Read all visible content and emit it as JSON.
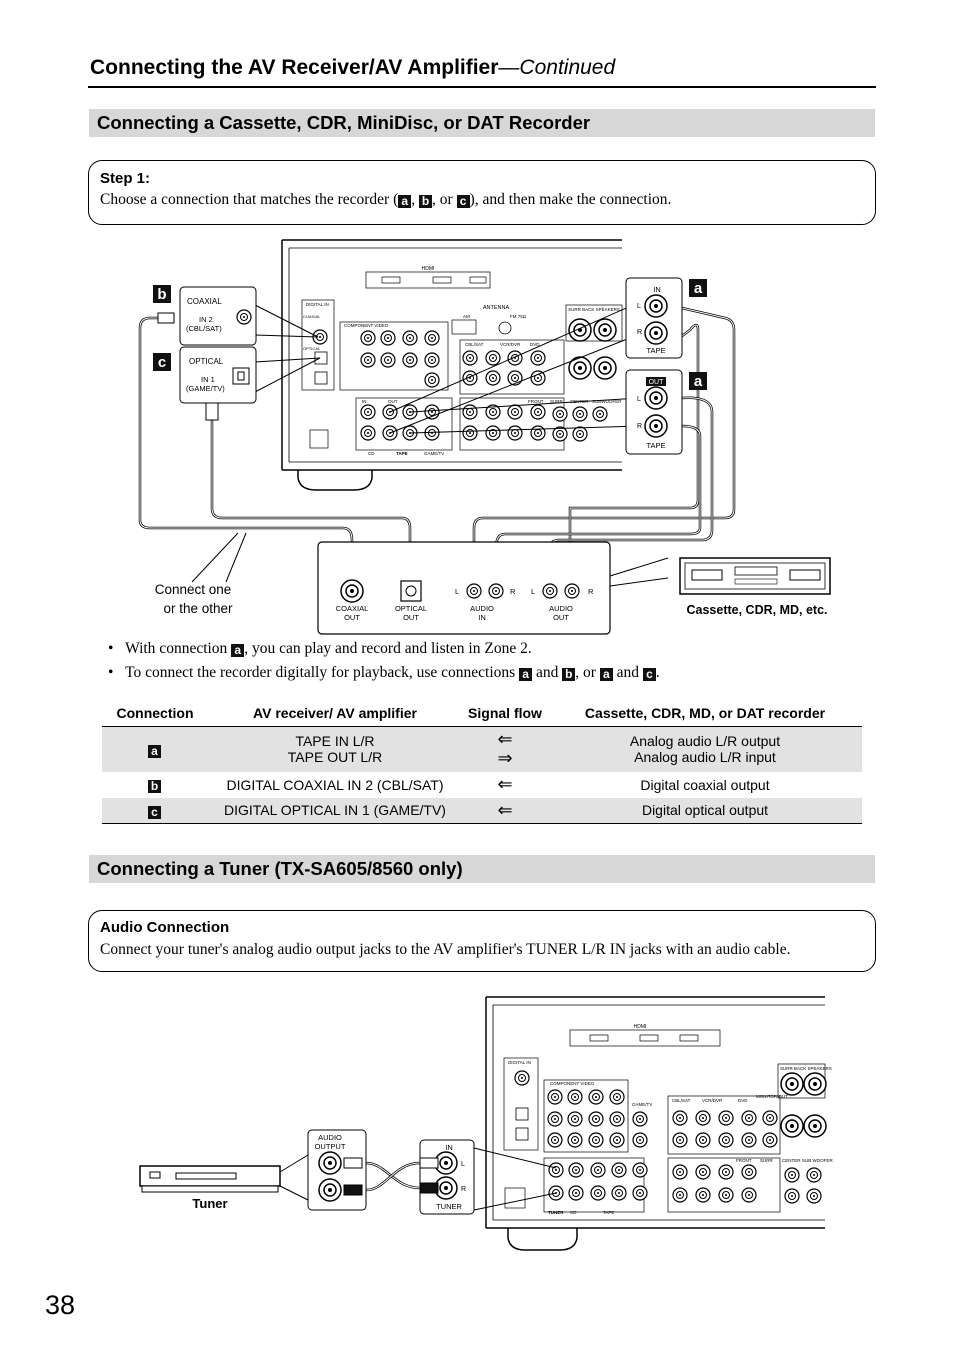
{
  "header": {
    "title": "Connecting the AV Receiver/AV Amplifier",
    "continued": "—Continued"
  },
  "section1": {
    "title": "Connecting a Cassette, CDR, MiniDisc, or DAT Recorder",
    "step": {
      "label": "Step 1:",
      "text_before": "Choose a connection that matches the recorder (",
      "sep1": ", ",
      "sep2": ", or ",
      "text_after": "), and then make the connection.",
      "letters": [
        "a",
        "b",
        "c"
      ]
    },
    "diagram": {
      "letters": [
        "b",
        "c",
        "a",
        "a"
      ],
      "coaxial": {
        "title": "COAXIAL",
        "in": "IN 2",
        "src": "(CBL/SAT)"
      },
      "optical": {
        "title": "OPTICAL",
        "in": "IN 1",
        "src": "(GAME/TV)"
      },
      "tape_in": {
        "in": "IN",
        "l": "L",
        "r": "R",
        "tape": "TAPE"
      },
      "tape_out": {
        "out": "OUT",
        "l": "L",
        "r": "R",
        "tape": "TAPE"
      },
      "recorder_jacks": {
        "coaxial_out": [
          "COAXIAL",
          "OUT"
        ],
        "optical_out": [
          "OPTICAL",
          "OUT"
        ],
        "audio_in": [
          "AUDIO",
          "IN"
        ],
        "audio_out": [
          "AUDIO",
          "OUT"
        ],
        "l": "L",
        "r": "R"
      },
      "connect_note": [
        "Connect one",
        "or the other"
      ],
      "device_label": "Cassette, CDR, MD, etc.",
      "rear_labels": {
        "hdmi": "HDMI",
        "antenna": "ANTENNA",
        "am": "AM",
        "fm": "FM 75Ω",
        "tape": "TAPE",
        "cd": "CD",
        "game_tv": "GAME/TV",
        "cbl_sat": "CBL/SAT",
        "vcr_dvr": "VCR/DVR",
        "dvd": "DVD",
        "component_video": "COMPONENT VIDEO",
        "front": "FRONT",
        "surr": "SURR",
        "center": "CENTER",
        "subwoofer": "SUBWOOFER",
        "in_label": "IN",
        "out_label": "OUT",
        "surr_back": "SURR BACK SPEAKERS",
        "digital_in": "DIGITAL IN",
        "coaxial_s": "COAXIAL",
        "optical_s": "OPTICAL"
      }
    },
    "bullets": {
      "b1": {
        "prefix": "With connection ",
        "letter": "a",
        "text": ", you can play and record and listen in Zone 2."
      },
      "b2": {
        "prefix": "To connect the recorder digitally for playback, use connections ",
        "l1": "a",
        "and1": " and ",
        "l2": "b",
        "or": ", or ",
        "l3": "a",
        "and2": " and ",
        "l4": "c",
        "end": "."
      }
    },
    "table": {
      "headers": [
        "Connection",
        "AV receiver/ AV amplifier",
        "Signal flow",
        "Cassette, CDR, MD, or DAT recorder"
      ],
      "rows": [
        {
          "conn": "a",
          "av": [
            "TAPE IN L/R",
            "TAPE OUT L/R"
          ],
          "flow": [
            "⇐",
            "⇒"
          ],
          "rec": [
            "Analog audio L/R output",
            "Analog audio L/R input"
          ]
        },
        {
          "conn": "b",
          "av": [
            "DIGITAL COAXIAL IN 2 (CBL/SAT)"
          ],
          "flow": [
            "⇐"
          ],
          "rec": [
            "Digital coaxial output"
          ]
        },
        {
          "conn": "c",
          "av": [
            "DIGITAL OPTICAL IN 1 (GAME/TV)"
          ],
          "flow": [
            "⇐"
          ],
          "rec": [
            "Digital optical output"
          ]
        }
      ]
    }
  },
  "section2": {
    "title": "Connecting a Tuner (TX-SA605/8560 only)",
    "box": {
      "label": "Audio Connection",
      "text": "Connect your tuner's analog audio output jacks to the AV amplifier's TUNER L/R IN jacks with an audio cable."
    },
    "diagram": {
      "audio_output": [
        "AUDIO",
        "OUTPUT"
      ],
      "in": "IN",
      "l": "L",
      "r": "R",
      "tuner_jack": "TUNER",
      "device_label": "Tuner",
      "rear_labels": {
        "hdmi": "HDMI",
        "tuner": "TUNER",
        "cd": "CD",
        "tape": "TAPE",
        "game_tv": "GAME/TV",
        "cbl_sat": "CBL/SAT",
        "vcr_dvr": "VCR/DVR",
        "dvd": "DVD",
        "component_video": "COMPONENT VIDEO",
        "front": "FRONT",
        "surr": "SURR",
        "center": "CENTER",
        "subwoofer": "SUB WOOFER",
        "surr_back": "SURR BACK SPEAKERS",
        "digital_in": "DIGITAL IN",
        "monitor_out": "MONITOR OUT"
      }
    }
  },
  "page_number": "38"
}
